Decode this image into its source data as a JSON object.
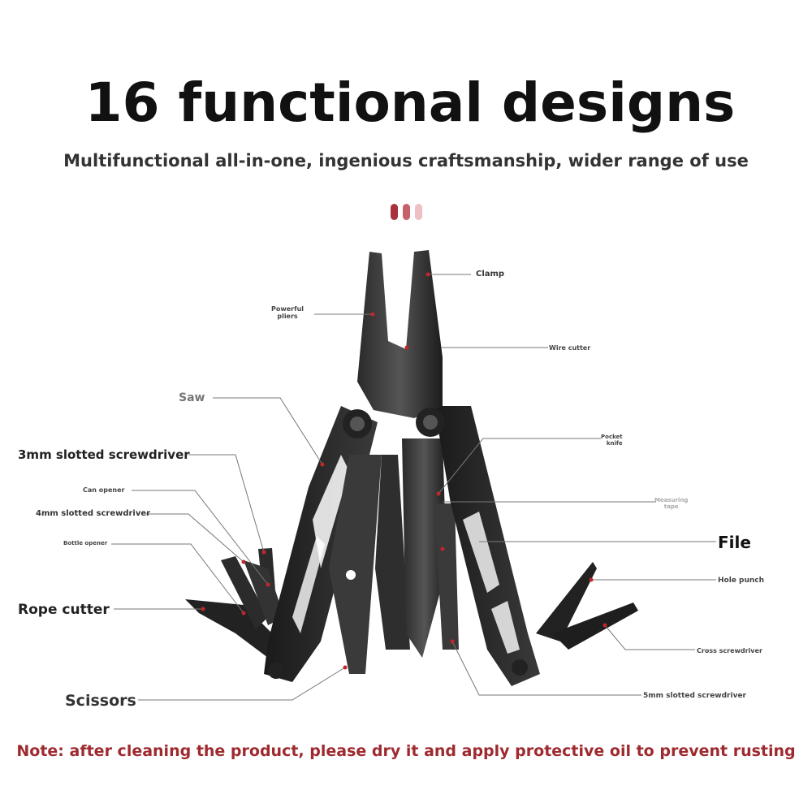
{
  "title": "16 functional designs",
  "subtitle": "Multifunctional all-in-one, ingenious craftsmanship, wider range of use",
  "pager_colors": [
    "#a8323c",
    "#c8626a",
    "#eebfc4"
  ],
  "labels": {
    "clamp": "Clamp",
    "pliers_line1": "Powerful",
    "pliers_line2": "pliers",
    "wire_cutter": "Wire cutter",
    "saw": "Saw",
    "screwdriver_3mm": "3mm slotted screwdriver",
    "can_opener": "Can opener",
    "screwdriver_4mm": "4mm slotted screwdriver",
    "bottle_opener": "Bottle opener",
    "rope_cutter": "Rope cutter",
    "scissors": "Scissors",
    "knife_line1": "Pocket",
    "knife_line2": "knife",
    "tape_line1": "Measuring",
    "tape_line2": "tape",
    "file": "File",
    "hole_punch": "Hole punch",
    "cross_screwdriver": "Cross screwdriver",
    "screwdriver_5mm": "5mm slotted screwdriver"
  },
  "note": "Note: after cleaning the product, please dry it and apply protective oil to prevent rusting"
}
